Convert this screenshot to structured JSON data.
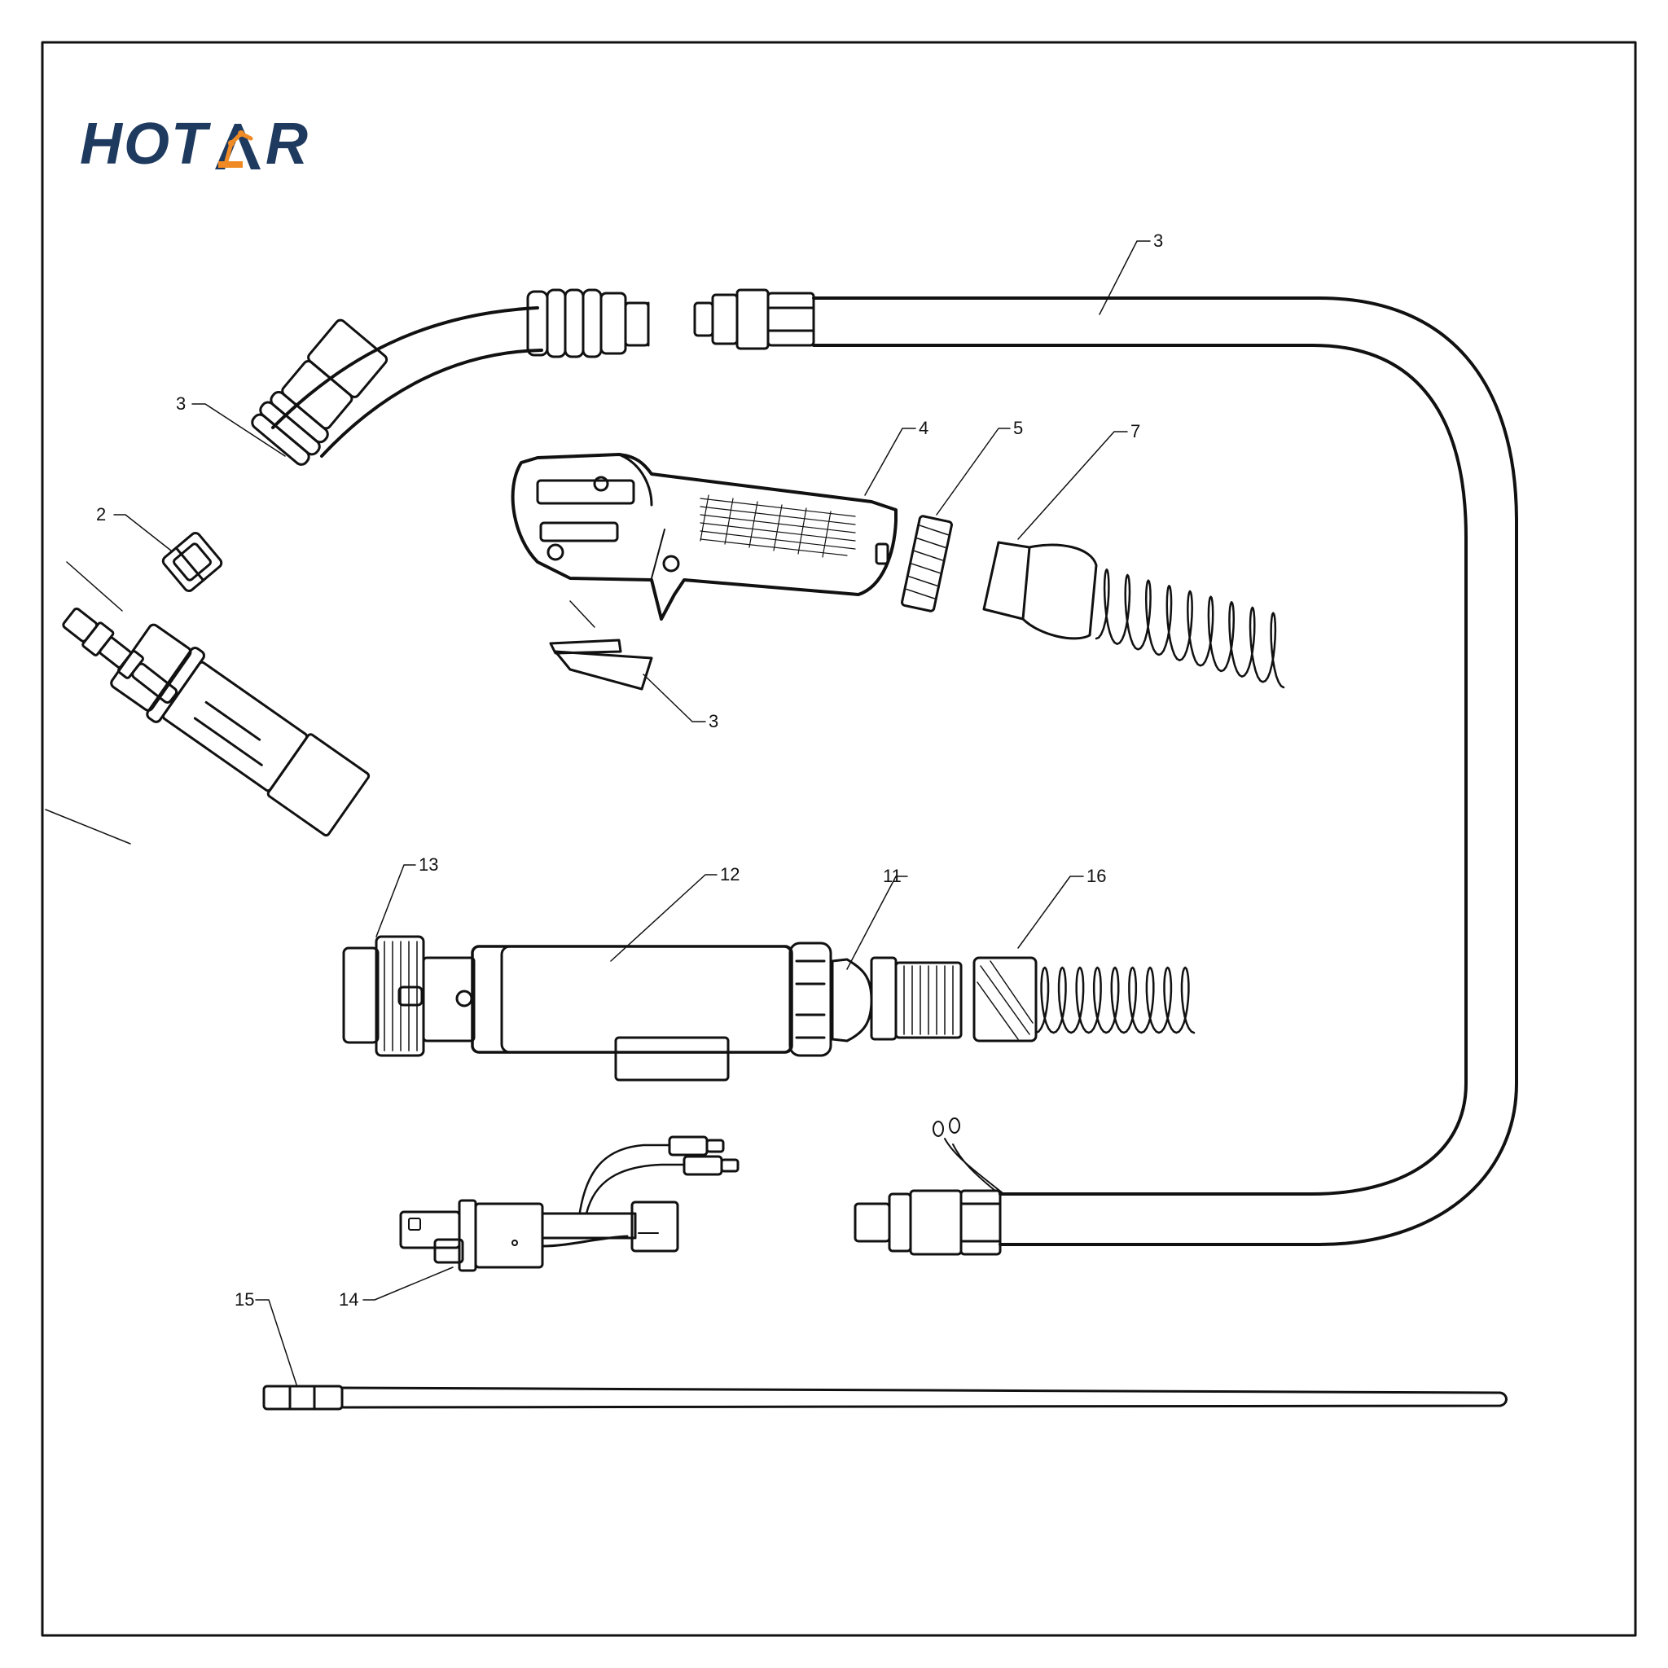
{
  "brand": {
    "name_left": "HOT",
    "name_right": "R",
    "text_color": "#1f3a5f",
    "accent_color": "#f08a24",
    "icon": "robot-arm-icon"
  },
  "callouts": [
    {
      "id": "c-3-top",
      "label": "3"
    },
    {
      "id": "c-3-neck",
      "label": "3"
    },
    {
      "id": "c-2",
      "label": "2"
    },
    {
      "id": "c-4",
      "label": "4"
    },
    {
      "id": "c-5",
      "label": "5"
    },
    {
      "id": "c-7",
      "label": "7"
    },
    {
      "id": "c-3-trigger",
      "label": "3"
    },
    {
      "id": "c-13",
      "label": "13"
    },
    {
      "id": "c-12",
      "label": "12"
    },
    {
      "id": "c-11",
      "label": "11"
    },
    {
      "id": "c-16",
      "label": "16"
    },
    {
      "id": "c-14",
      "label": "14"
    },
    {
      "id": "c-15",
      "label": "15"
    }
  ]
}
